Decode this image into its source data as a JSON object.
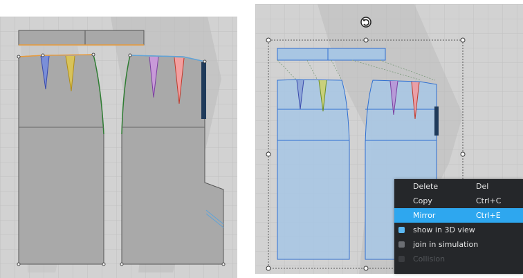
{
  "context_menu": {
    "items": [
      {
        "label": "Delete",
        "shortcut": "Del"
      },
      {
        "label": "Copy",
        "shortcut": "Ctrl+C"
      },
      {
        "label": "Mirror",
        "shortcut": "Ctrl+E",
        "highlighted": true
      }
    ],
    "toggles": [
      {
        "label": "show in 3D view",
        "checked": true
      },
      {
        "label": "join in simulation",
        "checked": false
      },
      {
        "label": "Collision",
        "checked": false,
        "disabled": true
      }
    ]
  },
  "colors": {
    "grid_bg": "#d2d2d2",
    "pattern_gray": "#a9a9a9",
    "pattern_blue": "#a8c6e3",
    "selection_blue": "#2f6fd1",
    "menu_bg": "#25272a",
    "menu_highlight": "#2ea7ef"
  },
  "icons": {
    "rotate_handle": "rotate-icon"
  }
}
